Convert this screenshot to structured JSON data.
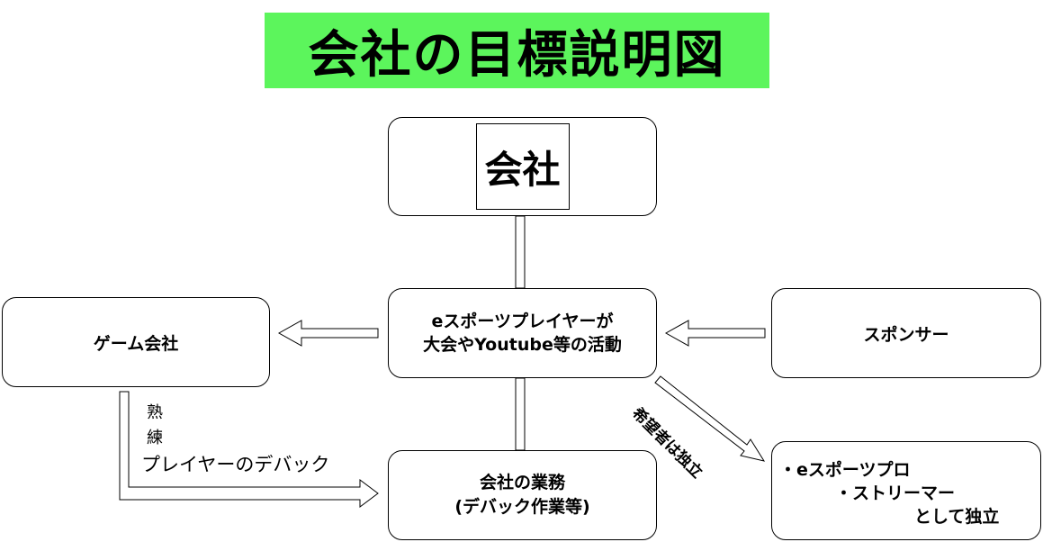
{
  "title": "会社の目標説明図",
  "company": {
    "label": "会社"
  },
  "center": {
    "line1": "eスポーツプレイヤーが",
    "line2": "大会やYoutube等の活動"
  },
  "game_company": {
    "label": "ゲーム会社"
  },
  "sponsor": {
    "label": "スポンサー"
  },
  "business": {
    "line1": "会社の業務",
    "line2": "(デバック作業等)"
  },
  "independent": {
    "line1": "・eスポーツプロ",
    "line2": "・ストリーマー",
    "line3": "として独立"
  },
  "labels": {
    "skilled1": "熟",
    "skilled2": "練",
    "player_debug": "プレイヤーのデバック",
    "hopeful": "希望者は独立"
  },
  "colors": {
    "title_bg": "#5cf55c"
  }
}
